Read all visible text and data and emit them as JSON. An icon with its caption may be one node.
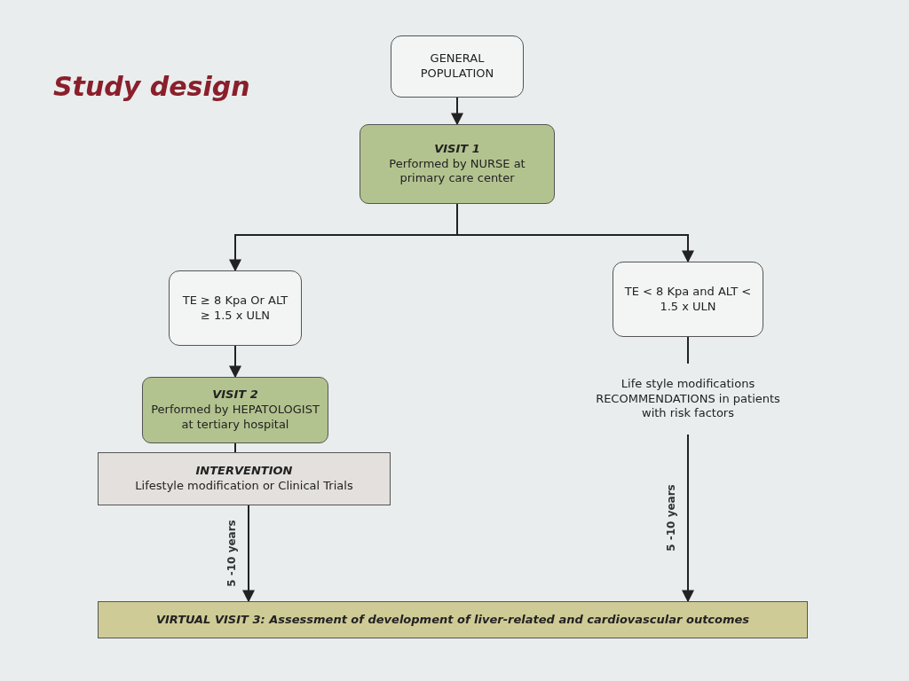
{
  "diagram": {
    "title": "Study design",
    "nodes": [
      {
        "text": [
          "GENERAL POPULATION"
        ]
      },
      {
        "text": [
          "VISIT 1",
          "Performed by NURSE at primary care center"
        ]
      },
      {
        "text": [
          "TE ≥ 8 Kpa Or ALT ≥ 1.5 x ULN"
        ]
      },
      {
        "text": [
          "TE < 8 Kpa and ALT < 1.5 x ULN"
        ]
      },
      {
        "text": [
          "VISIT 2",
          "Performed by HEPATOLOGIST at tertiary hospital"
        ]
      },
      {
        "text": [
          "INTERVENTION",
          "Lifestyle modification or Clinical Trials"
        ]
      },
      {
        "text": [
          "Life style modifications RECOMMENDATIONS in patients with risk factors"
        ]
      },
      {
        "text": [
          "VIRTUAL VISIT 3: Assessment of development of liver-related and cardiovascular outcomes"
        ]
      }
    ],
    "edges": [
      {
        "from": 0,
        "to": 1,
        "arrow": "to"
      },
      {
        "from": 1,
        "to": 2,
        "arrow": "to"
      },
      {
        "from": 1,
        "to": 3,
        "arrow": "to"
      },
      {
        "from": 2,
        "to": 4,
        "arrow": "to"
      },
      {
        "from": 4,
        "to": 5,
        "arrow": "none"
      },
      {
        "from": 3,
        "to": 6,
        "arrow": "none"
      },
      {
        "from": 5,
        "to": 7,
        "arrow": "to",
        "label": "5 -10 years"
      },
      {
        "from": 6,
        "to": 7,
        "arrow": "to",
        "label": "5 -10 years"
      }
    ]
  }
}
